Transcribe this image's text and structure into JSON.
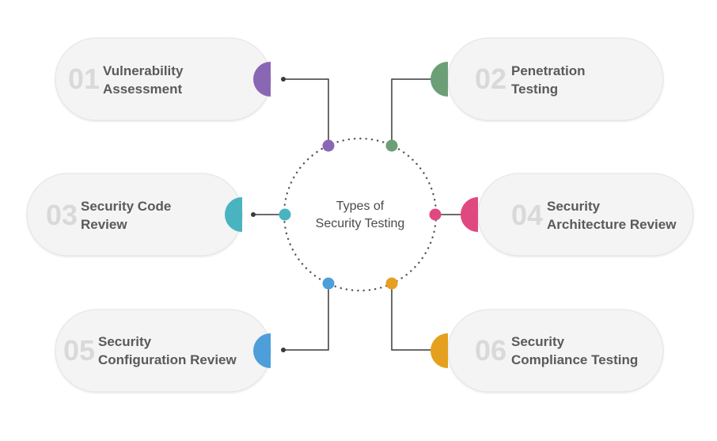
{
  "center": {
    "line1": "Types of",
    "line2": "Security Testing"
  },
  "items": [
    {
      "num": "01",
      "line1": "Vulnerability",
      "line2": "Assessment",
      "color": "#8a67b4"
    },
    {
      "num": "02",
      "line1": "Penetration",
      "line2": "Testing",
      "color": "#6c9f76"
    },
    {
      "num": "03",
      "line1": "Security Code",
      "line2": "Review",
      "color": "#4ab3c0"
    },
    {
      "num": "04",
      "line1": "Security",
      "line2": "Architecture Review",
      "color": "#e0497f"
    },
    {
      "num": "05",
      "line1": "Security",
      "line2": "Configuration Review",
      "color": "#4e9ed9"
    },
    {
      "num": "06",
      "line1": "Security",
      "line2": "Compliance Testing",
      "color": "#e4a01e"
    }
  ]
}
